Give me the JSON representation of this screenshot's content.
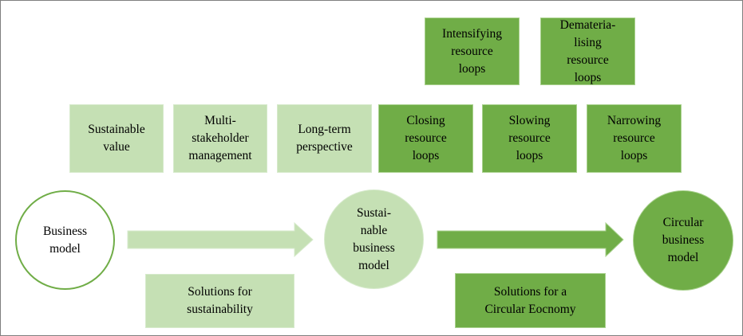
{
  "colors": {
    "light_green": "#c5e0b4",
    "dark_green": "#70ad47",
    "outline": "#7f7f7f"
  },
  "top_boxes": {
    "intensifying": "Intensifying\nresource\nloops",
    "dematerialising": "Demateria-\nlising\nresource\nloops"
  },
  "middle_boxes": {
    "sustainable_value": "Sustainable\nvalue",
    "multi_stakeholder": "Multi-\nstakeholder\nmanagement",
    "long_term": "Long-term\nperspective",
    "closing": "Closing\nresource\nloops",
    "slowing": "Slowing\nresource\nloops",
    "narrowing": "Narrowing\nresource\nloops"
  },
  "circles": {
    "business_model": "Business\nmodel",
    "sustainable_business_model": "Sustai-\nnable\nbusiness\nmodel",
    "circular_business_model": "Circular\nbusiness\nmodel"
  },
  "bottom_boxes": {
    "solutions_sustainability": "Solutions for\nsustainability",
    "solutions_circular": "Solutions for a\nCircular Eocnomy"
  }
}
